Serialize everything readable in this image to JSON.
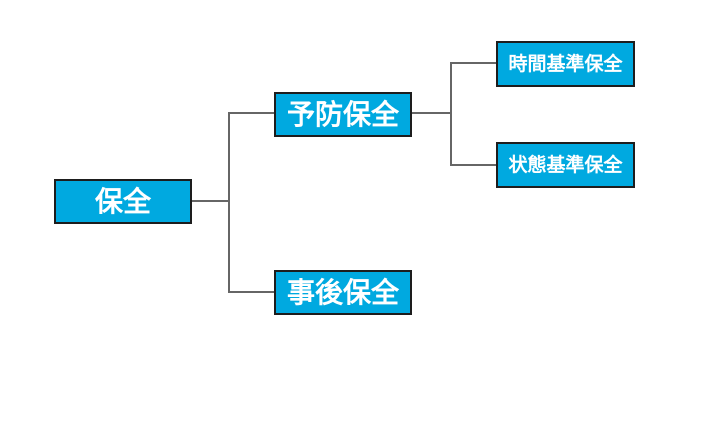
{
  "diagram": {
    "type": "tree",
    "root": {
      "label": "保全",
      "children": [
        {
          "label": "予防保全",
          "children": [
            {
              "label": "時間基準保全"
            },
            {
              "label": "状態基準保全"
            }
          ]
        },
        {
          "label": "事後保全",
          "children": []
        }
      ]
    },
    "colors": {
      "node_fill": "#00A9E0",
      "node_border": "#1d1d1d",
      "node_text": "#ffffff",
      "connector": "#666666",
      "background": "#ffffff"
    }
  }
}
